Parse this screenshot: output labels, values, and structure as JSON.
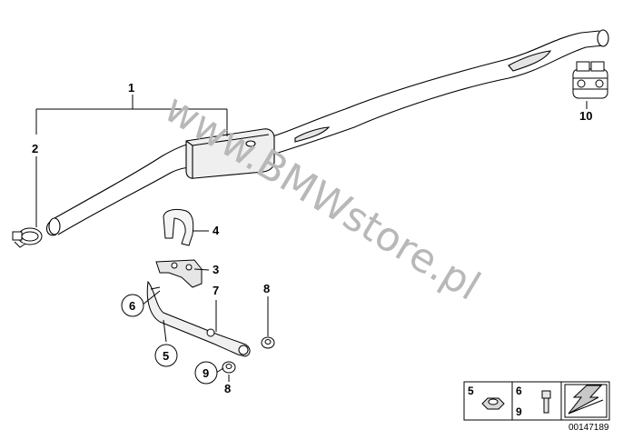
{
  "watermark": "www.BMWstore.pl",
  "callouts": {
    "c1": "1",
    "c2": "2",
    "c3": "3",
    "c4": "4",
    "c5": "5",
    "c6": "6",
    "c7": "7",
    "c8a": "8",
    "c8b": "8",
    "c9": "9",
    "c10": "10"
  },
  "legend_box": {
    "a": "5",
    "b": "6",
    "c": "9"
  },
  "document_number": "00147189"
}
